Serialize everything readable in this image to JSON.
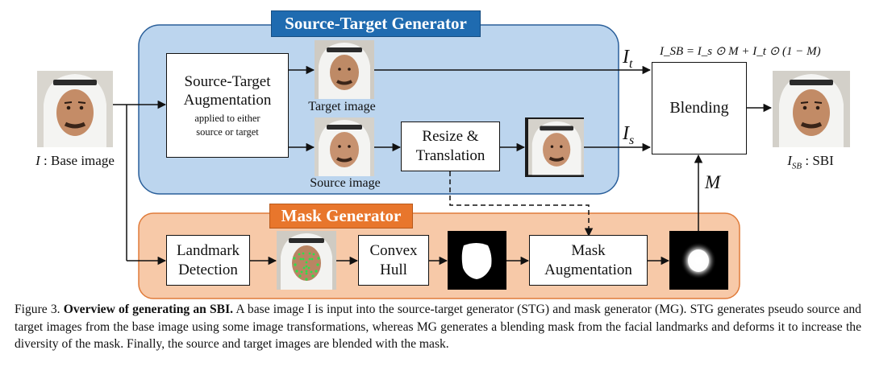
{
  "diagram": {
    "stg_title": "Source-Target Generator",
    "mg_title": "Mask Generator",
    "base_image_label_sym": "I",
    "base_image_label_text": ": Base image",
    "aug_box": {
      "line1": "Source-Target",
      "line2": "Augmentation",
      "sub1": "applied to either",
      "sub2": "source or target"
    },
    "target_image_label": "Target image",
    "source_image_label": "Source image",
    "resize_box": {
      "line1": "Resize &",
      "line2": "Translation"
    },
    "blending_label": "Blending",
    "it_label": "I",
    "it_sub": "t",
    "is_label": "I",
    "is_sub": "s",
    "m_label": "M",
    "formula": "I_SB = I_s ⊙ M + I_t ⊙ (1 − M)",
    "sbi_label_sym": "I",
    "sbi_label_sub": "SB",
    "sbi_label_text": ": SBI",
    "landmark_box": {
      "line1": "Landmark",
      "line2": "Detection"
    },
    "convex_box": {
      "line1": "Convex",
      "line2": "Hull"
    },
    "mask_aug_box": {
      "line1": "Mask",
      "line2": "Augmentation"
    },
    "colors": {
      "stg_fill": "#bcd5ee",
      "stg_border": "#2a5f9a",
      "stg_title_bg": "#1f6bb0",
      "mg_fill": "#f7c9a8",
      "mg_border": "#e07b3a",
      "mg_title_bg": "#e8762c"
    }
  },
  "caption": {
    "figure_no": "Figure 3.",
    "bold_title": "Overview of generating an SBI.",
    "text": "A base image I is input into the source-target generator (STG) and mask generator (MG). STG generates pseudo source and target images from the base image using some image transformations, whereas MG generates a blending mask from the facial landmarks and deforms it to increase the diversity of the mask. Finally, the source and target images are blended with the mask."
  }
}
